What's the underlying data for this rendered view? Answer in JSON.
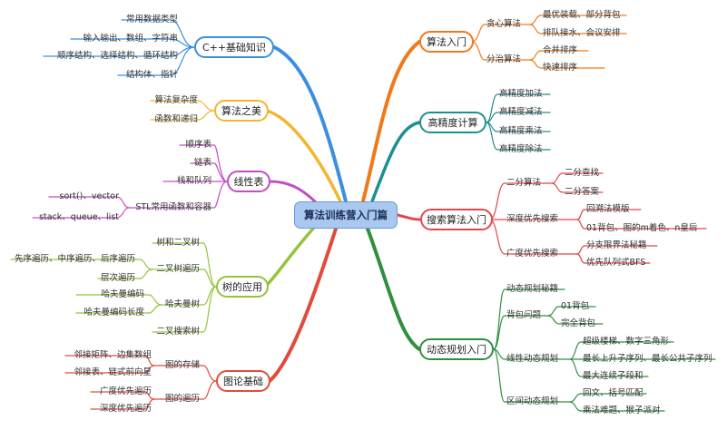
{
  "root": {
    "label": "算法训练营入门篇"
  },
  "branches": {
    "cpp": {
      "label": "C++基础知识",
      "color": "#3b8fe0",
      "items": [
        "常用数据类型",
        "输入输出、数组、字符串",
        "顺序结构、选择结构、循环结构",
        "结构体、指针"
      ]
    },
    "beauty": {
      "label": "算法之美",
      "color": "#f2b630",
      "items": [
        "算法复杂度",
        "函数和递归"
      ]
    },
    "linear": {
      "label": "线性表",
      "color": "#c04fc4",
      "items": [
        "顺序表",
        "链表",
        "栈和队列"
      ],
      "stl": {
        "label": "STL常用函数和容器",
        "items": [
          "sort()、vector",
          "stack、queue、list"
        ]
      }
    },
    "tree": {
      "label": "树的应用",
      "color": "#94c43c",
      "items": {
        "intro": "树和二叉树",
        "traversal": {
          "label": "二叉树遍历",
          "items": [
            "先序遍历、中序遍历、后序遍历",
            "层次遍历"
          ]
        },
        "huffman": {
          "label": "哈夫曼树",
          "items": [
            "哈夫曼编码",
            "哈夫曼编码长度"
          ]
        },
        "bst": "二叉搜索树"
      }
    },
    "graph": {
      "label": "图论基础",
      "color": "#e04c3c",
      "storage": {
        "label": "图的存储",
        "items": [
          "邻接矩阵、边集数组",
          "邻接表、链式前向星"
        ]
      },
      "traversal": {
        "label": "图的遍历",
        "items": [
          "广度优先遍历",
          "深度优先遍历"
        ]
      }
    },
    "intro": {
      "label": "算法入门",
      "color": "#f07a1a",
      "greedy": {
        "label": "贪心算法",
        "items": [
          "最优装载、部分背包",
          "排队接水、会议安排"
        ]
      },
      "divide": {
        "label": "分治算法",
        "items": [
          "合并排序",
          "快速排序"
        ]
      }
    },
    "precision": {
      "label": "高精度计算",
      "color": "#1e8f8f",
      "items": [
        "高精度加法",
        "高精度减法",
        "高精度乘法",
        "高精度除法"
      ]
    },
    "search": {
      "label": "搜索算法入门",
      "color": "#e0484c",
      "binary": {
        "label": "二分算法",
        "items": [
          "二分查找",
          "二分答案"
        ]
      },
      "dfs": {
        "label": "深度优先搜索",
        "items": [
          "回溯法模版",
          "01背包、图的m着色、n皇后"
        ]
      },
      "bfs": {
        "label": "广度优先搜索",
        "items": [
          "分支限界法秘籍",
          "优先队列式BFS"
        ]
      }
    },
    "dp": {
      "label": "动态规划入门",
      "color": "#2f8f3f",
      "secret": "动态规划秘籍",
      "knapsack": {
        "label": "背包问题",
        "items": [
          "01背包",
          "完全背包"
        ]
      },
      "linear": {
        "label": "线性动态规划",
        "items": [
          "超级楼梯、数字三角形",
          "最长上升子序列、最长公共子序列",
          "最大连续子段和"
        ]
      },
      "interval": {
        "label": "区间动态规划",
        "items": [
          "回文、括号匹配",
          "乘法难题、猴子派对"
        ]
      }
    }
  }
}
